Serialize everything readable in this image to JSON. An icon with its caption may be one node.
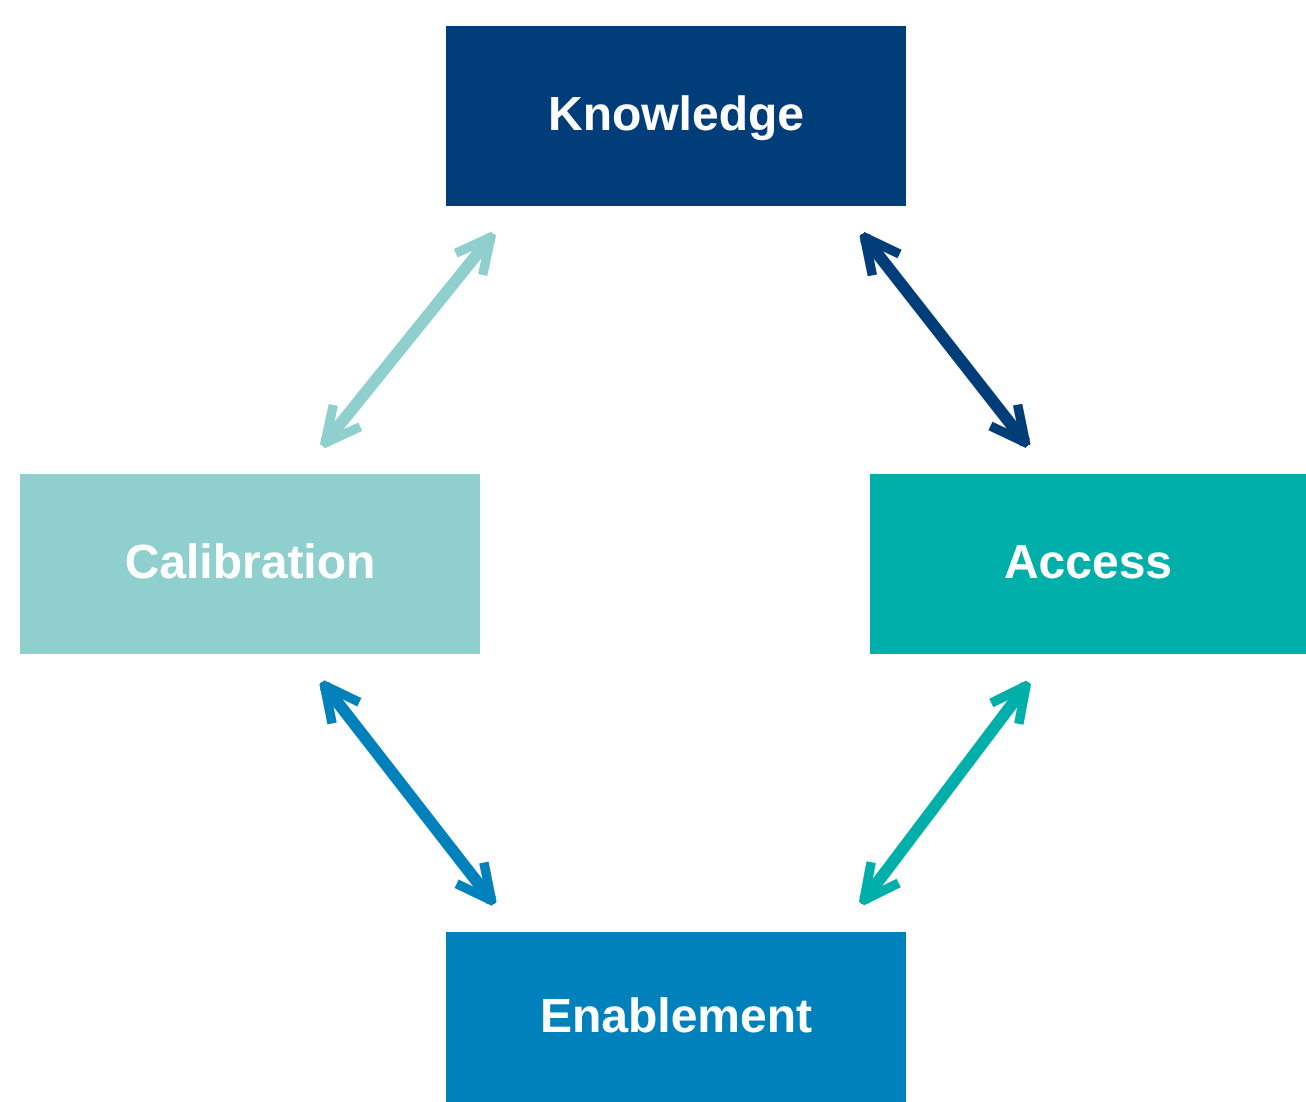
{
  "diagram": {
    "nodes": [
      {
        "text": [
          "Knowledge"
        ]
      },
      {
        "text": [
          "Calibration"
        ]
      },
      {
        "text": [
          "Access"
        ]
      },
      {
        "text": [
          "Enablement"
        ]
      }
    ],
    "edges": [
      {
        "from": 0,
        "to": 1,
        "arrow": "both",
        "color": "#8fd0cf"
      },
      {
        "from": 0,
        "to": 2,
        "arrow": "both",
        "color": "#003d79"
      },
      {
        "from": 1,
        "to": 3,
        "arrow": "both",
        "color": "#0081bc"
      },
      {
        "from": 2,
        "to": 3,
        "arrow": "both",
        "color": "#00aeaa"
      }
    ]
  }
}
